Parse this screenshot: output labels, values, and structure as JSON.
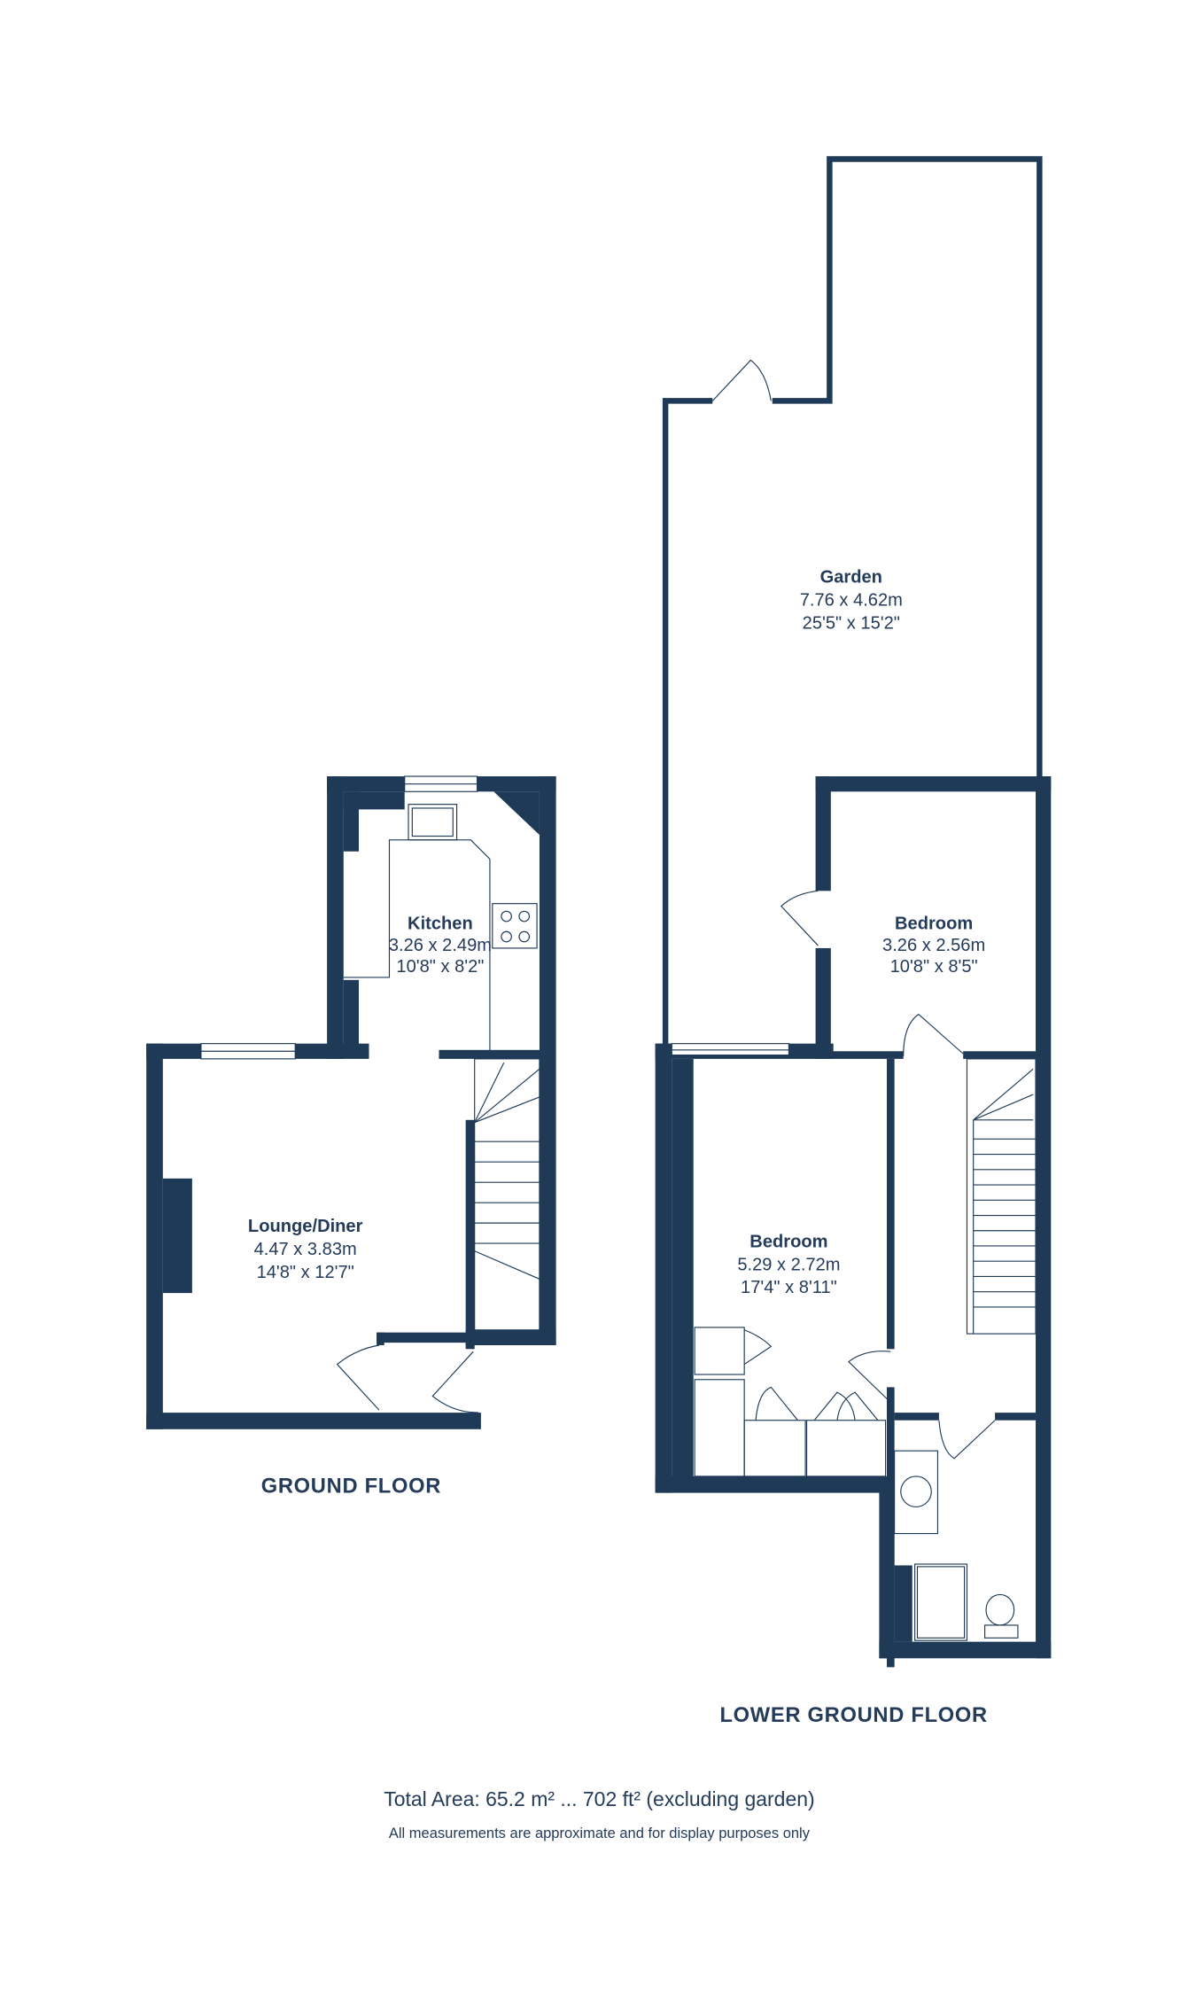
{
  "ground_floor": {
    "label": "GROUND FLOOR",
    "rooms": [
      {
        "name": "Kitchen",
        "metric": "3.26 x 2.49m",
        "imperial": "10'8\" x 8'2\""
      },
      {
        "name": "Lounge/Diner",
        "metric": "4.47 x 3.83m",
        "imperial": "14'8\" x 12'7\""
      }
    ]
  },
  "lower_ground_floor": {
    "label": "LOWER GROUND FLOOR",
    "rooms": [
      {
        "name": "Garden",
        "metric": "7.76 x 4.62m",
        "imperial": "25'5\" x 15'2\""
      },
      {
        "name": "Bedroom",
        "metric": "3.26 x 2.56m",
        "imperial": "10'8\" x 8'5\""
      },
      {
        "name": "Bedroom",
        "metric": "5.29 x 2.72m",
        "imperial": "17'4\" x 8'11\""
      }
    ]
  },
  "footer": {
    "total_area": "Total Area: 65.2 m² ... 702 ft² (excluding garden)",
    "disclaimer": "All measurements are approximate and for display purposes only"
  },
  "colors": {
    "wall": "#1e3a57",
    "text": "#243b5a"
  }
}
